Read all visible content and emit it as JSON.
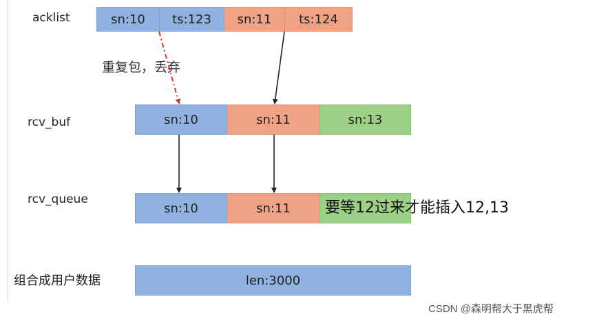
{
  "rows": {
    "acklist": {
      "label": "acklist",
      "cells": [
        "sn:10",
        "ts:123",
        "sn:11",
        "ts:124"
      ]
    },
    "rcv_buf": {
      "label": "rcv_buf",
      "cells": [
        "sn:10",
        "sn:11",
        "sn:13"
      ]
    },
    "rcv_queue": {
      "label": "rcv_queue",
      "cells": [
        "sn:10",
        "sn:11"
      ],
      "note": "要等12过来才能插入12,13"
    },
    "user_data": {
      "label": "组合成用户数据",
      "cells": [
        "len:3000"
      ]
    }
  },
  "duplicate_label": "重复包，丢弃",
  "watermark": "CSDN @森明帮大于黑虎帮",
  "colors": {
    "blue": "#8fb2e1",
    "orange": "#f0a284",
    "green": "#9dd086",
    "dup_arrow": "#e0302a",
    "arrow": "#222222"
  }
}
